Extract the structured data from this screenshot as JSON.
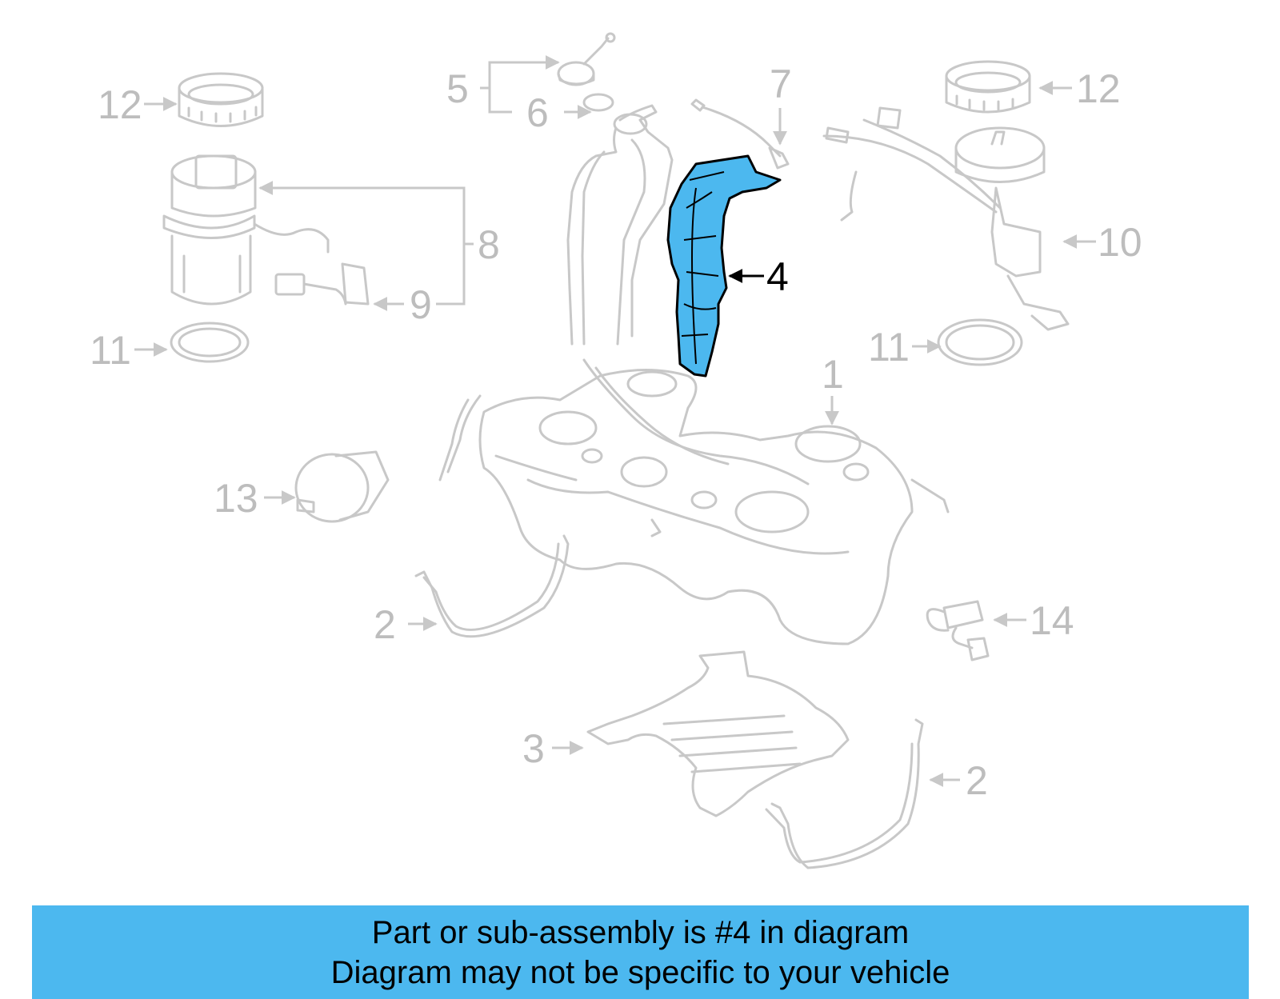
{
  "diagram": {
    "highlight_color": "#4cb8ef",
    "callouts": [
      {
        "id": "c1",
        "label": "1"
      },
      {
        "id": "c2a",
        "label": "2"
      },
      {
        "id": "c2b",
        "label": "2"
      },
      {
        "id": "c3",
        "label": "3"
      },
      {
        "id": "c4",
        "label": "4",
        "highlighted": true
      },
      {
        "id": "c5",
        "label": "5"
      },
      {
        "id": "c6",
        "label": "6"
      },
      {
        "id": "c7",
        "label": "7"
      },
      {
        "id": "c8",
        "label": "8"
      },
      {
        "id": "c9",
        "label": "9"
      },
      {
        "id": "c10",
        "label": "10"
      },
      {
        "id": "c11a",
        "label": "11"
      },
      {
        "id": "c11b",
        "label": "11"
      },
      {
        "id": "c12a",
        "label": "12"
      },
      {
        "id": "c12b",
        "label": "12"
      },
      {
        "id": "c13",
        "label": "13"
      },
      {
        "id": "c14",
        "label": "14"
      }
    ]
  },
  "banner": {
    "line1": "Part or sub-assembly is #4 in diagram",
    "line2": "Diagram may not be specific to your vehicle",
    "background": "#4cb8ef"
  }
}
